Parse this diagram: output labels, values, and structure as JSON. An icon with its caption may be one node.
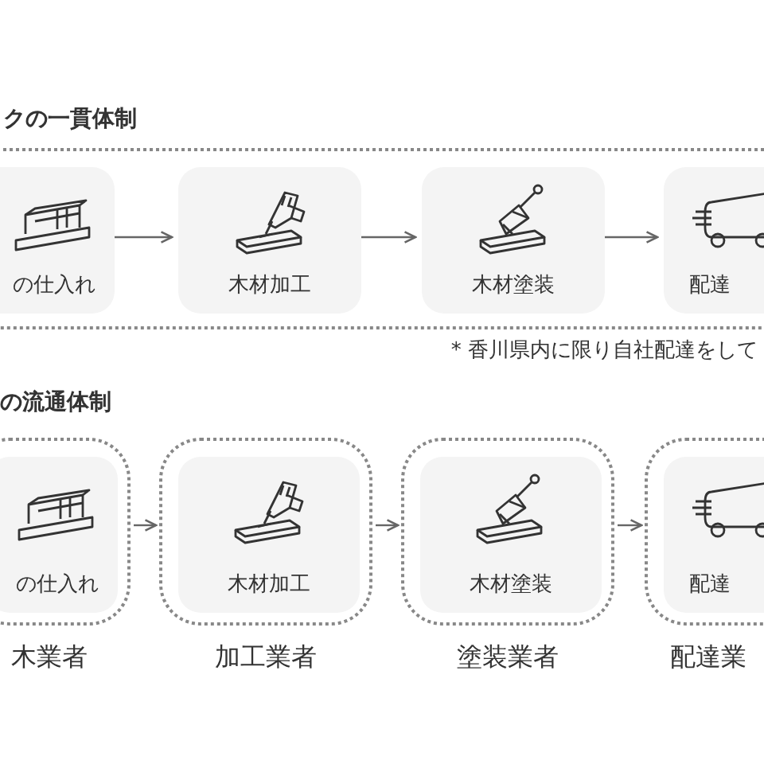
{
  "diagram": {
    "nodes": [
      {
        "text": [
          "クの一貫体制"
        ]
      },
      {
        "text": [
          "の仕入れ"
        ],
        "in": 0
      },
      {
        "text": [
          "木材加工"
        ],
        "in": 0
      },
      {
        "text": [
          "木材塗装"
        ],
        "in": 0
      },
      {
        "text": [
          "配達"
        ],
        "in": 0
      },
      {
        "text": [],
        "shape": "box",
        "beside": [
          "木業者"
        ]
      },
      {
        "text": [
          "の仕入れ"
        ],
        "in": 5
      },
      {
        "text": [],
        "shape": "box",
        "beside": [
          "加工業者"
        ]
      },
      {
        "text": [
          "木材加工"
        ],
        "in": 7
      },
      {
        "text": [],
        "shape": "box",
        "beside": [
          "塗装業者"
        ]
      },
      {
        "text": [
          "木材塗装"
        ],
        "in": 9
      },
      {
        "text": [],
        "shape": "box",
        "beside": [
          "配達業"
        ]
      },
      {
        "text": [
          "配達"
        ],
        "in": 11
      }
    ],
    "edges": [
      {
        "from": 1,
        "to": 2,
        "arrow": "to"
      },
      {
        "from": 2,
        "to": 3,
        "arrow": "to"
      },
      {
        "from": 3,
        "to": 4,
        "arrow": "to"
      },
      {
        "from": 5,
        "to": 7,
        "arrow": "to"
      },
      {
        "from": 7,
        "to": 9,
        "arrow": "to"
      },
      {
        "from": 9,
        "to": 11,
        "arrow": "to"
      }
    ],
    "labels": [
      "* 香川県内に限り自社配達をして",
      "の流通体制"
    ]
  }
}
